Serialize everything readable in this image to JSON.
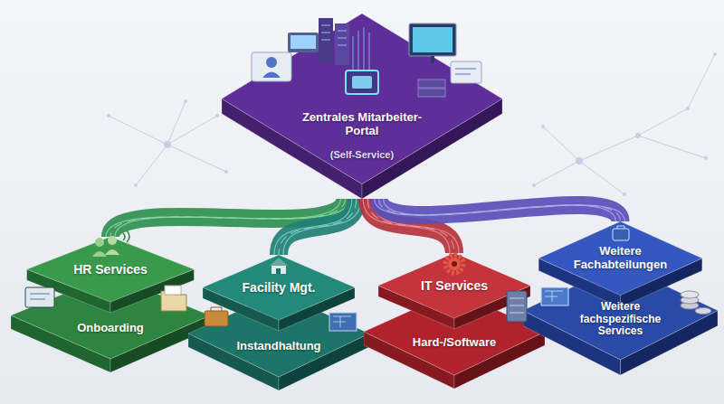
{
  "diagram": {
    "nodes": [
      {
        "text": [
          "Zentrales Mitarbeiter-Portal",
          "(Self-Service)"
        ]
      },
      {
        "text": [
          "HR Services",
          "Onboarding"
        ]
      },
      {
        "text": [
          "Facility Mgt.",
          "Instandhaltung"
        ]
      },
      {
        "text": [
          "IT Services",
          "Hard-/Software"
        ]
      },
      {
        "text": [
          "Weitere Fachabteilungen",
          "Weitere fachspezifische Services"
        ]
      }
    ],
    "edges": [
      {
        "from": 0,
        "to": 1,
        "arrow": "none"
      },
      {
        "from": 0,
        "to": 2,
        "arrow": "none"
      },
      {
        "from": 0,
        "to": 3,
        "arrow": "none"
      },
      {
        "from": 0,
        "to": 4,
        "arrow": "none"
      }
    ]
  }
}
